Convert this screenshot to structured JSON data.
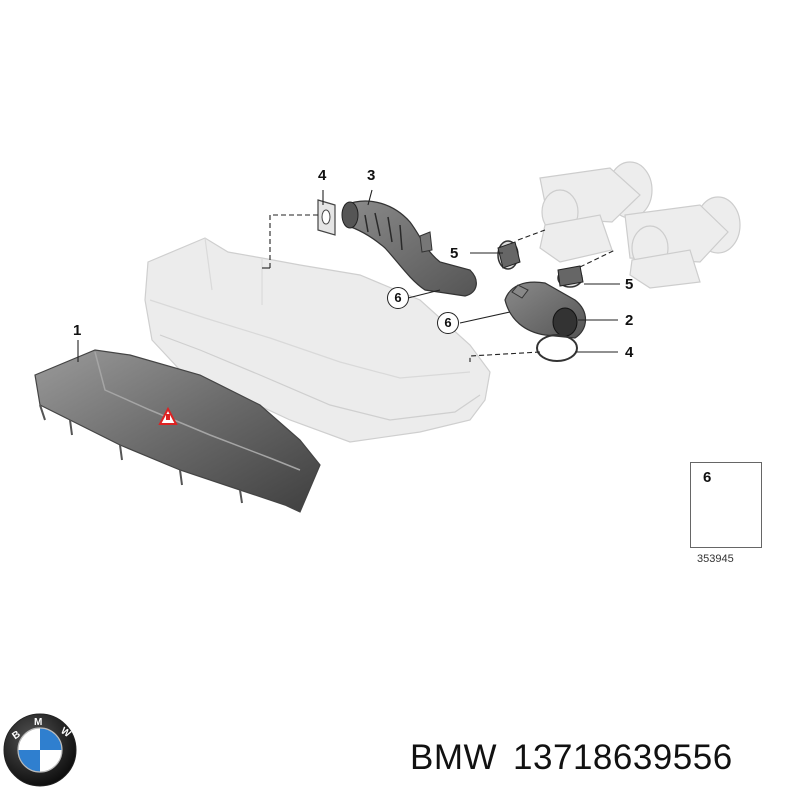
{
  "diagram": {
    "callouts": {
      "part1": "1",
      "part2": "2",
      "part3": "3",
      "part4_top": "4",
      "part4_bottom": "4",
      "part5_top": "5",
      "part5_right": "5",
      "part6_upper": "6",
      "part6_lower": "6"
    },
    "legend": {
      "number": "6",
      "code": "353945"
    }
  },
  "footer": {
    "brand": "BMW",
    "part_number": "13718639556"
  },
  "logo": {
    "text": "BMW",
    "colors": {
      "blue": "#2f7fcf",
      "white": "#ffffff",
      "ring": "#111111"
    }
  }
}
